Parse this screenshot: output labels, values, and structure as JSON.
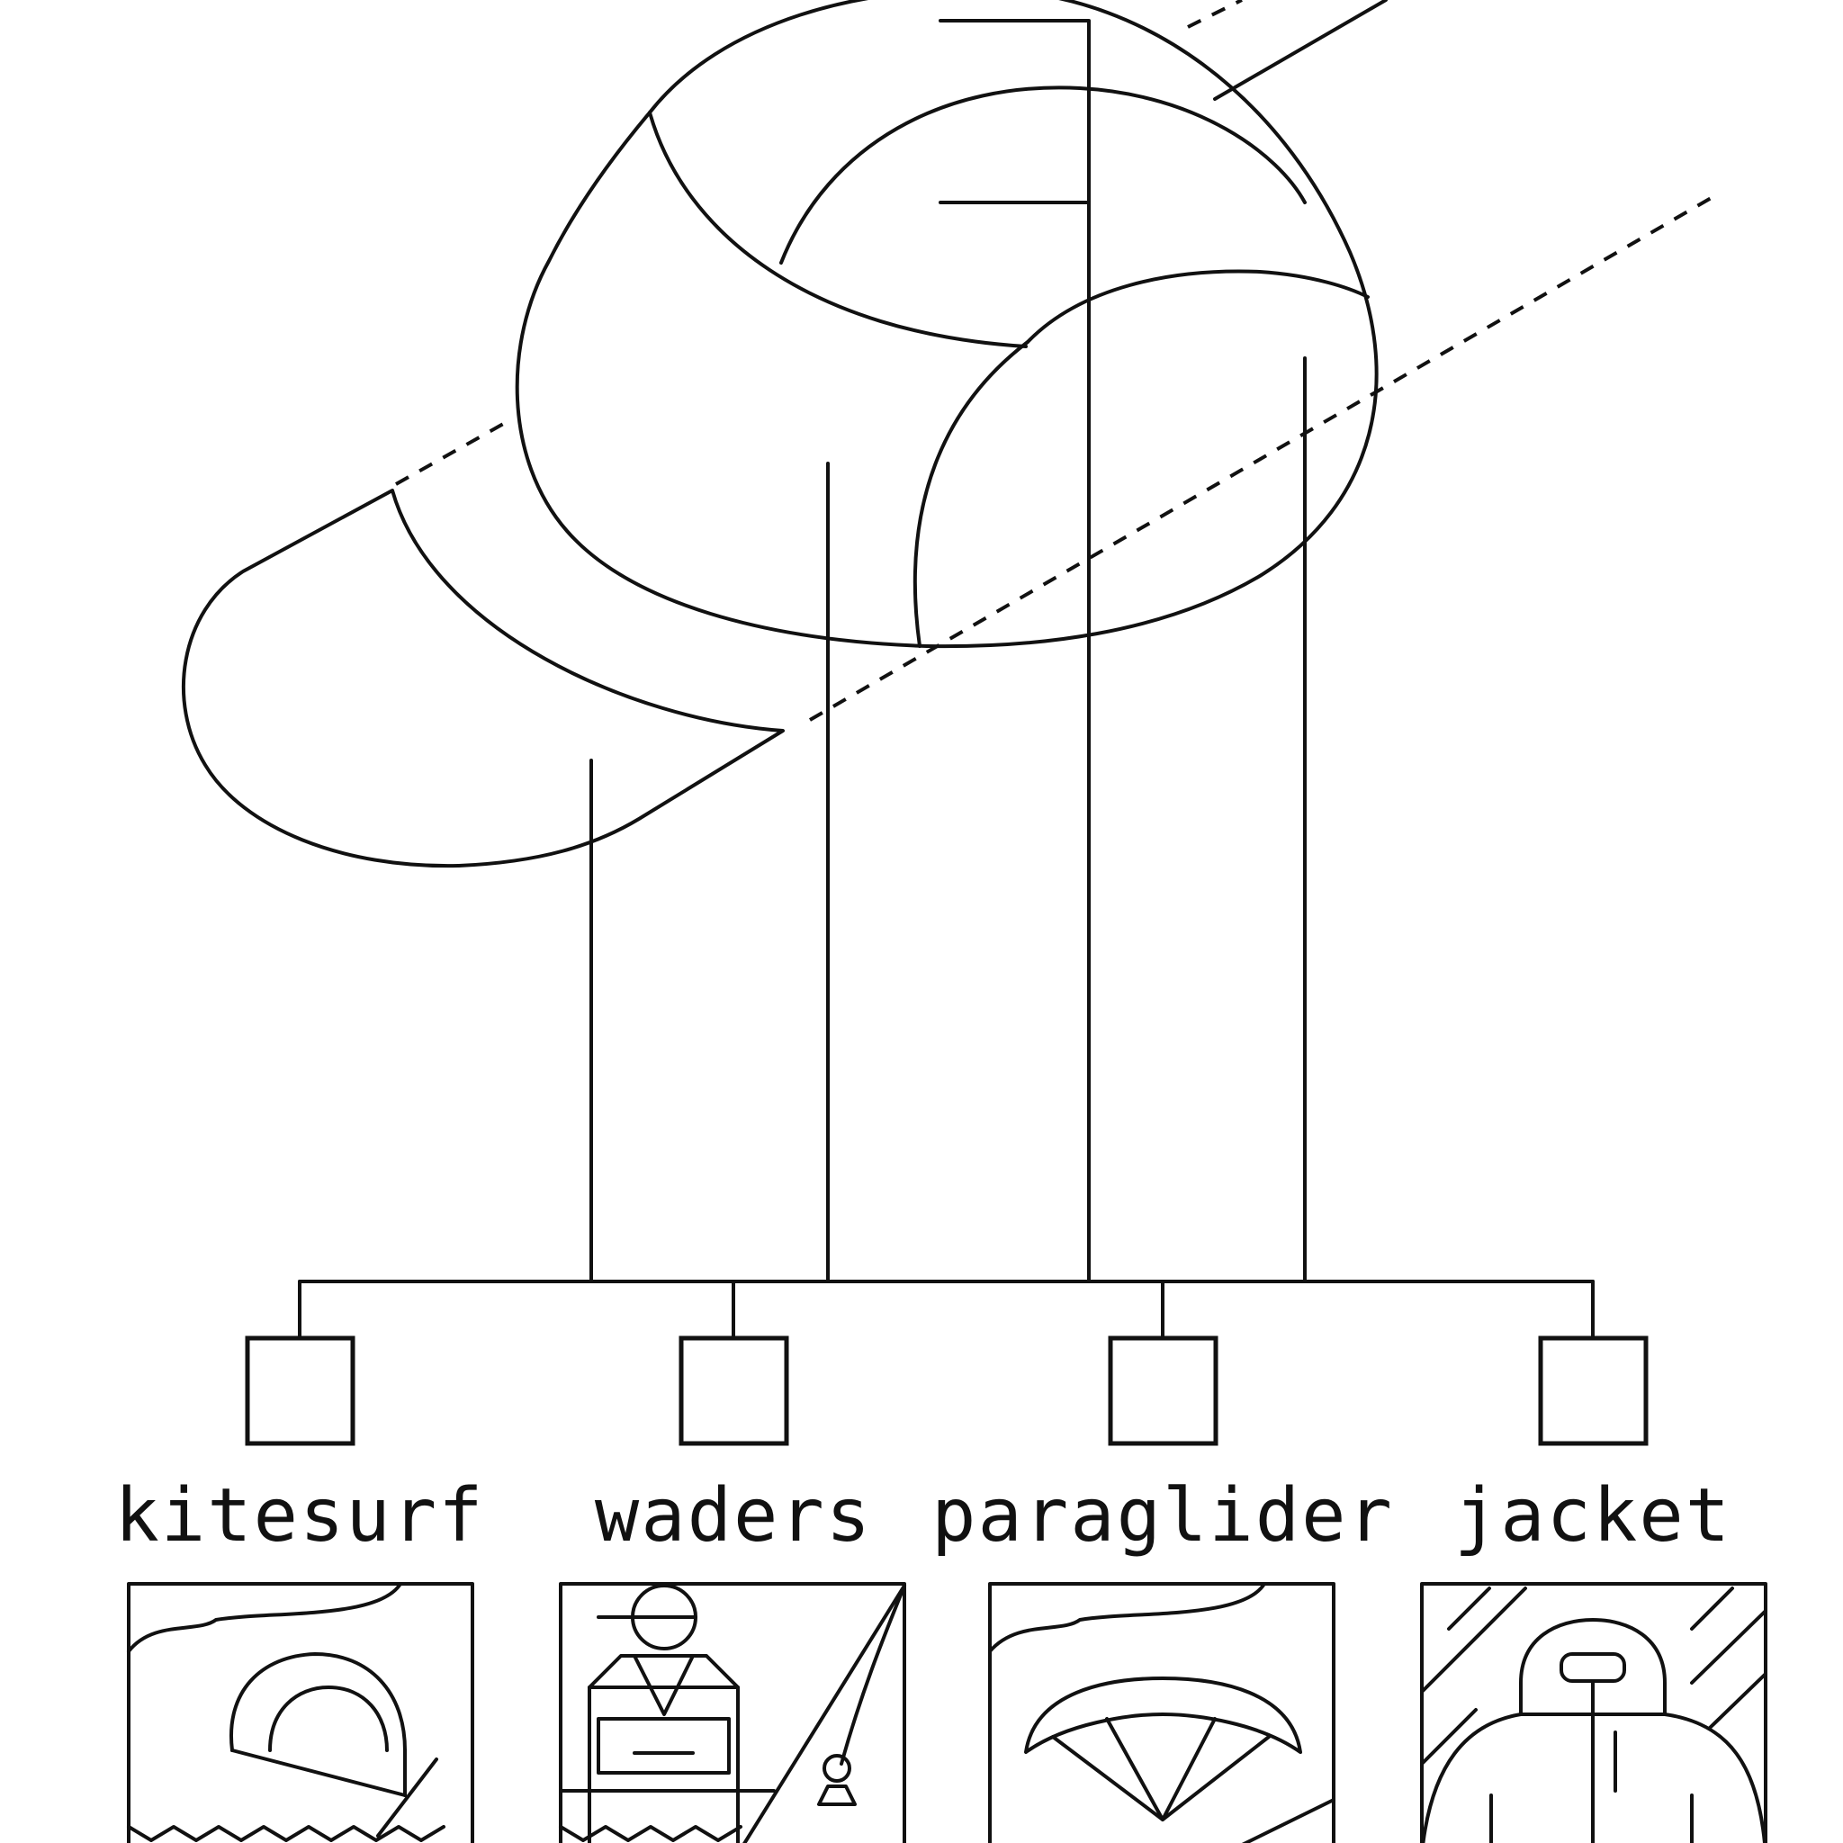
{
  "diagram": {
    "items": [
      {
        "label": "kitesurf",
        "icon": "kitesurf-icon"
      },
      {
        "label": "waders",
        "icon": "waders-icon"
      },
      {
        "label": "paraglider",
        "icon": "paraglider-icon"
      },
      {
        "label": "jacket",
        "icon": "jacket-icon"
      }
    ],
    "colors": {
      "ink": "#111111",
      "background": "#ffffff"
    }
  }
}
